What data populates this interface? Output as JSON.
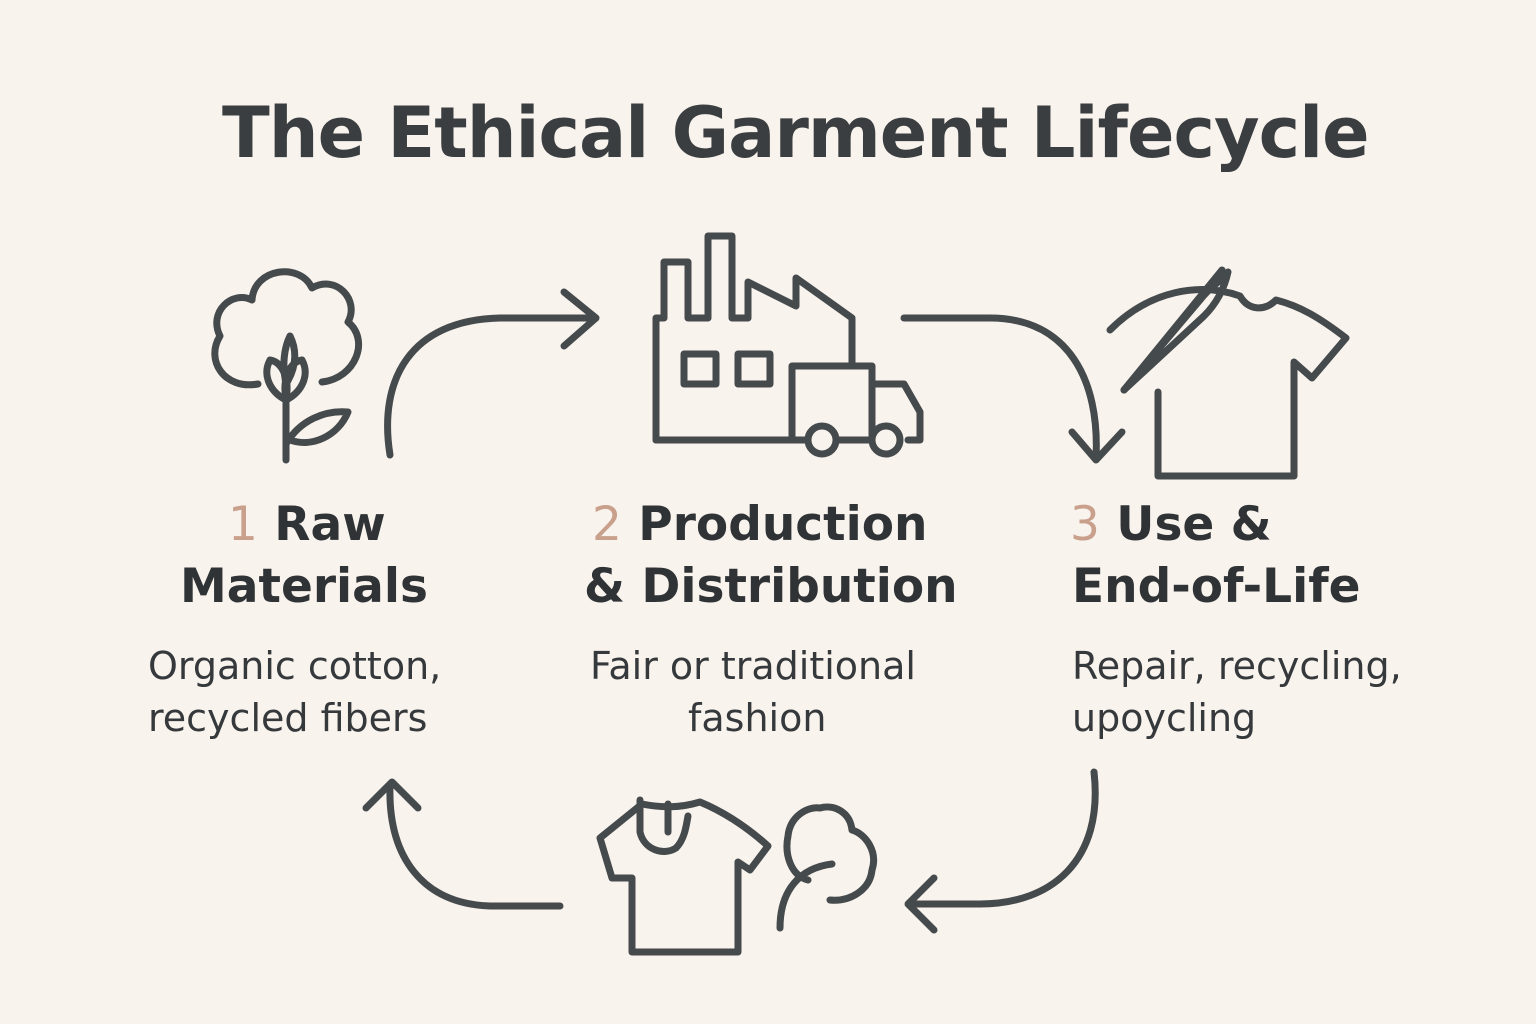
{
  "title": "The Ethical Garment Lifecycle",
  "stages": [
    {
      "number": "1",
      "title_line1": "Raw",
      "title_line2": "Materials",
      "desc_line1": "Organic cotton,",
      "desc_line2": "recycled fibers",
      "icon": "cotton-plant-icon"
    },
    {
      "number": "2",
      "title_line1": "Production",
      "title_line2": "& Distribution",
      "desc_line1": "Fair or traditional",
      "desc_line2": "fashion",
      "icon": "factory-truck-icon"
    },
    {
      "number": "3",
      "title_line1": "Use &",
      "title_line2": "End-of-Life",
      "desc_line1": "Repair, recycling,",
      "desc_line2": "upoycling",
      "icon": "needle-shirt-icon"
    }
  ],
  "return_icon": "shirt-tree-icon",
  "colors": {
    "background": "#f9f3ee",
    "text": "#35393b",
    "number_accent": "#c8a08c",
    "icon_stroke": "#454a4c"
  }
}
